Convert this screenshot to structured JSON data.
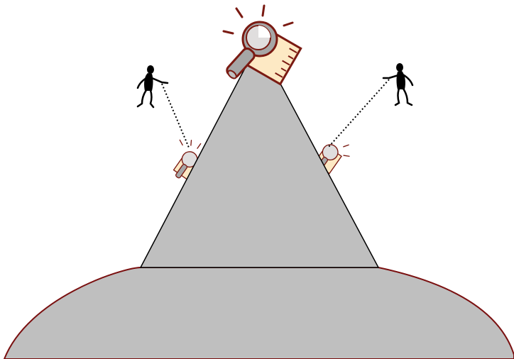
{
  "diagram": {
    "kind": "illustration",
    "colors": {
      "background": "#ffffff",
      "terrain_fill": "#bfbfbf",
      "outline": "#000000",
      "hill_outline": "#7a1010",
      "icon_stroke": "#7a1a12",
      "icon_paper": "#fde9c4",
      "lens_fill": "#e0dede",
      "handle_fill": "#a6a6a6",
      "figure": "#000000"
    },
    "elements": [
      {
        "name": "base-hill",
        "shape": "ellipse-cap"
      },
      {
        "name": "mountain",
        "shape": "triangle"
      },
      {
        "name": "summit-magnifier-icon",
        "icon": "magnifier-over-document",
        "rays": true
      },
      {
        "name": "left-slope-magnifier-icon",
        "icon": "magnifier-over-document",
        "rays": true
      },
      {
        "name": "right-slope-magnifier-icon",
        "icon": "magnifier-over-document",
        "rays": true
      },
      {
        "name": "left-pointing-person-icon",
        "icon": "stick-person-pointing"
      },
      {
        "name": "right-pointing-person-icon",
        "icon": "stick-person-pointing"
      }
    ],
    "connections": [
      {
        "from": "left-pointing-person-icon",
        "to": "left-slope-magnifier-icon",
        "style": "dotted"
      },
      {
        "from": "right-pointing-person-icon",
        "to": "right-slope-magnifier-icon",
        "style": "dotted"
      }
    ]
  }
}
